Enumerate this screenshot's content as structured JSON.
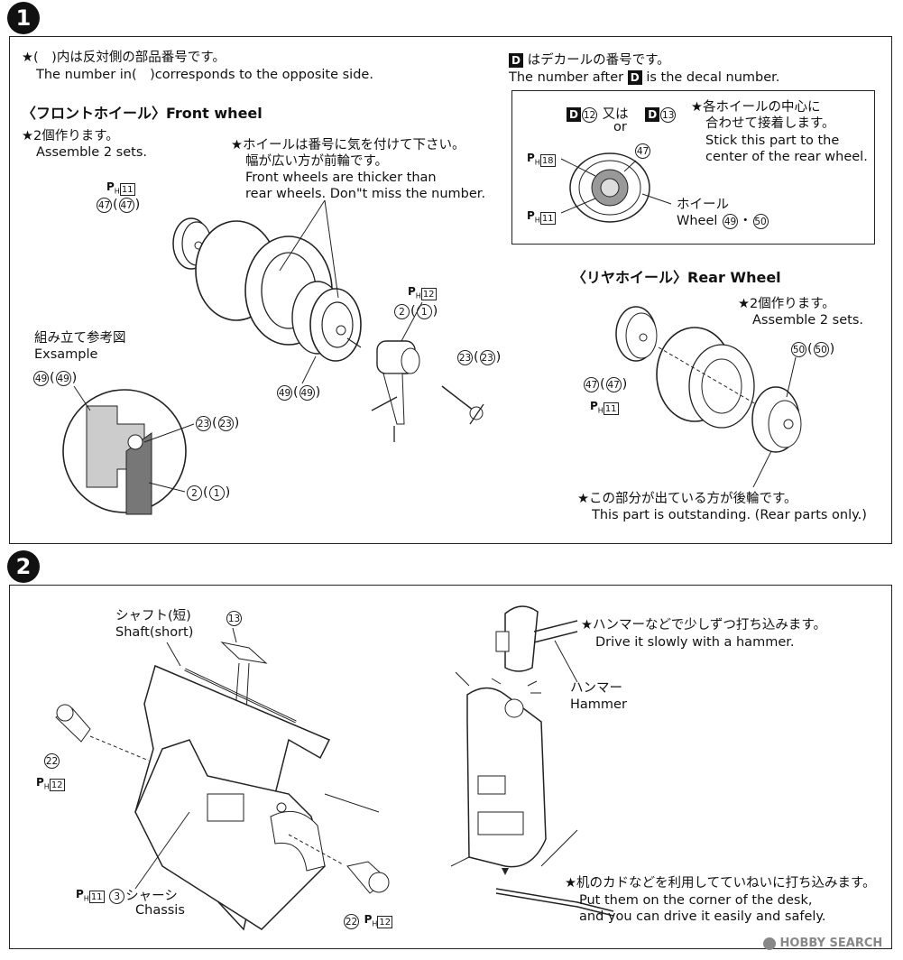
{
  "step1": {
    "number": "1",
    "note_jp": "★(　)内は反対側の部品番号です。",
    "note_en": "The number in(　)corresponds to the opposite side.",
    "decal_jp": "はデカールの番号です。",
    "decal_en_pre": "The number after",
    "decal_en_post": "is the decal number.",
    "decal_letter": "D",
    "front_title": "〈フロントホイール〉Front wheel",
    "assemble2_jp": "★2個作ります。",
    "assemble2_en": "Assemble 2 sets.",
    "wheel_note_jp1": "★ホイールは番号に気を付けて下さい。",
    "wheel_note_jp2": "幅が広い方が前輪です。",
    "wheel_note_en1": "Front wheels are thicker than",
    "wheel_note_en2": "rear wheels. Don\"t miss the number.",
    "ref_jp": "組み立て参考図",
    "ref_en": "Exsample",
    "center_jp1": "★各ホイールの中心に",
    "center_jp2": "合わせて接着します。",
    "center_en1": "Stick this part to the",
    "center_en2": "center of the rear wheel.",
    "decal_or_jp": "又は",
    "decal_or_en": "or",
    "wheel_jp": "ホイール",
    "wheel_en": "Wheel",
    "dot_sep": "・",
    "rear_title": "〈リヤホイール〉Rear Wheel",
    "rear_assemble_jp": "★2個作ります。",
    "rear_assemble_en": "Assemble 2 sets.",
    "outstanding_jp": "★この部分が出ている方が後輪です。",
    "outstanding_en": "This part is outstanding. (Rear parts only.)",
    "ph_label": "P",
    "ph_sub": "H",
    "labels": {
      "n11": "11",
      "n12": "12",
      "n18": "18",
      "n47": "47",
      "n49": "49",
      "n2": "2",
      "n1": "1",
      "n23": "23",
      "n50": "50",
      "n13": "13",
      "paren_open": "(",
      "paren_close": ")"
    }
  },
  "step2": {
    "number": "2",
    "shaft_jp": "シャフト(短)",
    "shaft_en": "Shaft(short)",
    "hammer_note_jp": "★ハンマーなどで少しずつ打ち込みます。",
    "hammer_note_en": "Drive it slowly with a hammer.",
    "hammer_jp": "ハンマー",
    "hammer_en": "Hammer",
    "chassis_jp": "シャーシ",
    "chassis_en": "Chassis",
    "desk_jp": "★机のカドなどを利用してていねいに打ち込みます。",
    "desk_en1": "Put them on the corner of the desk,",
    "desk_en2": "and you can drive it easily and safely.",
    "labels": {
      "n13": "13",
      "n22": "22",
      "n3": "3",
      "n11": "11",
      "n12": "12"
    }
  },
  "watermark": "HOBBY SEARCH"
}
